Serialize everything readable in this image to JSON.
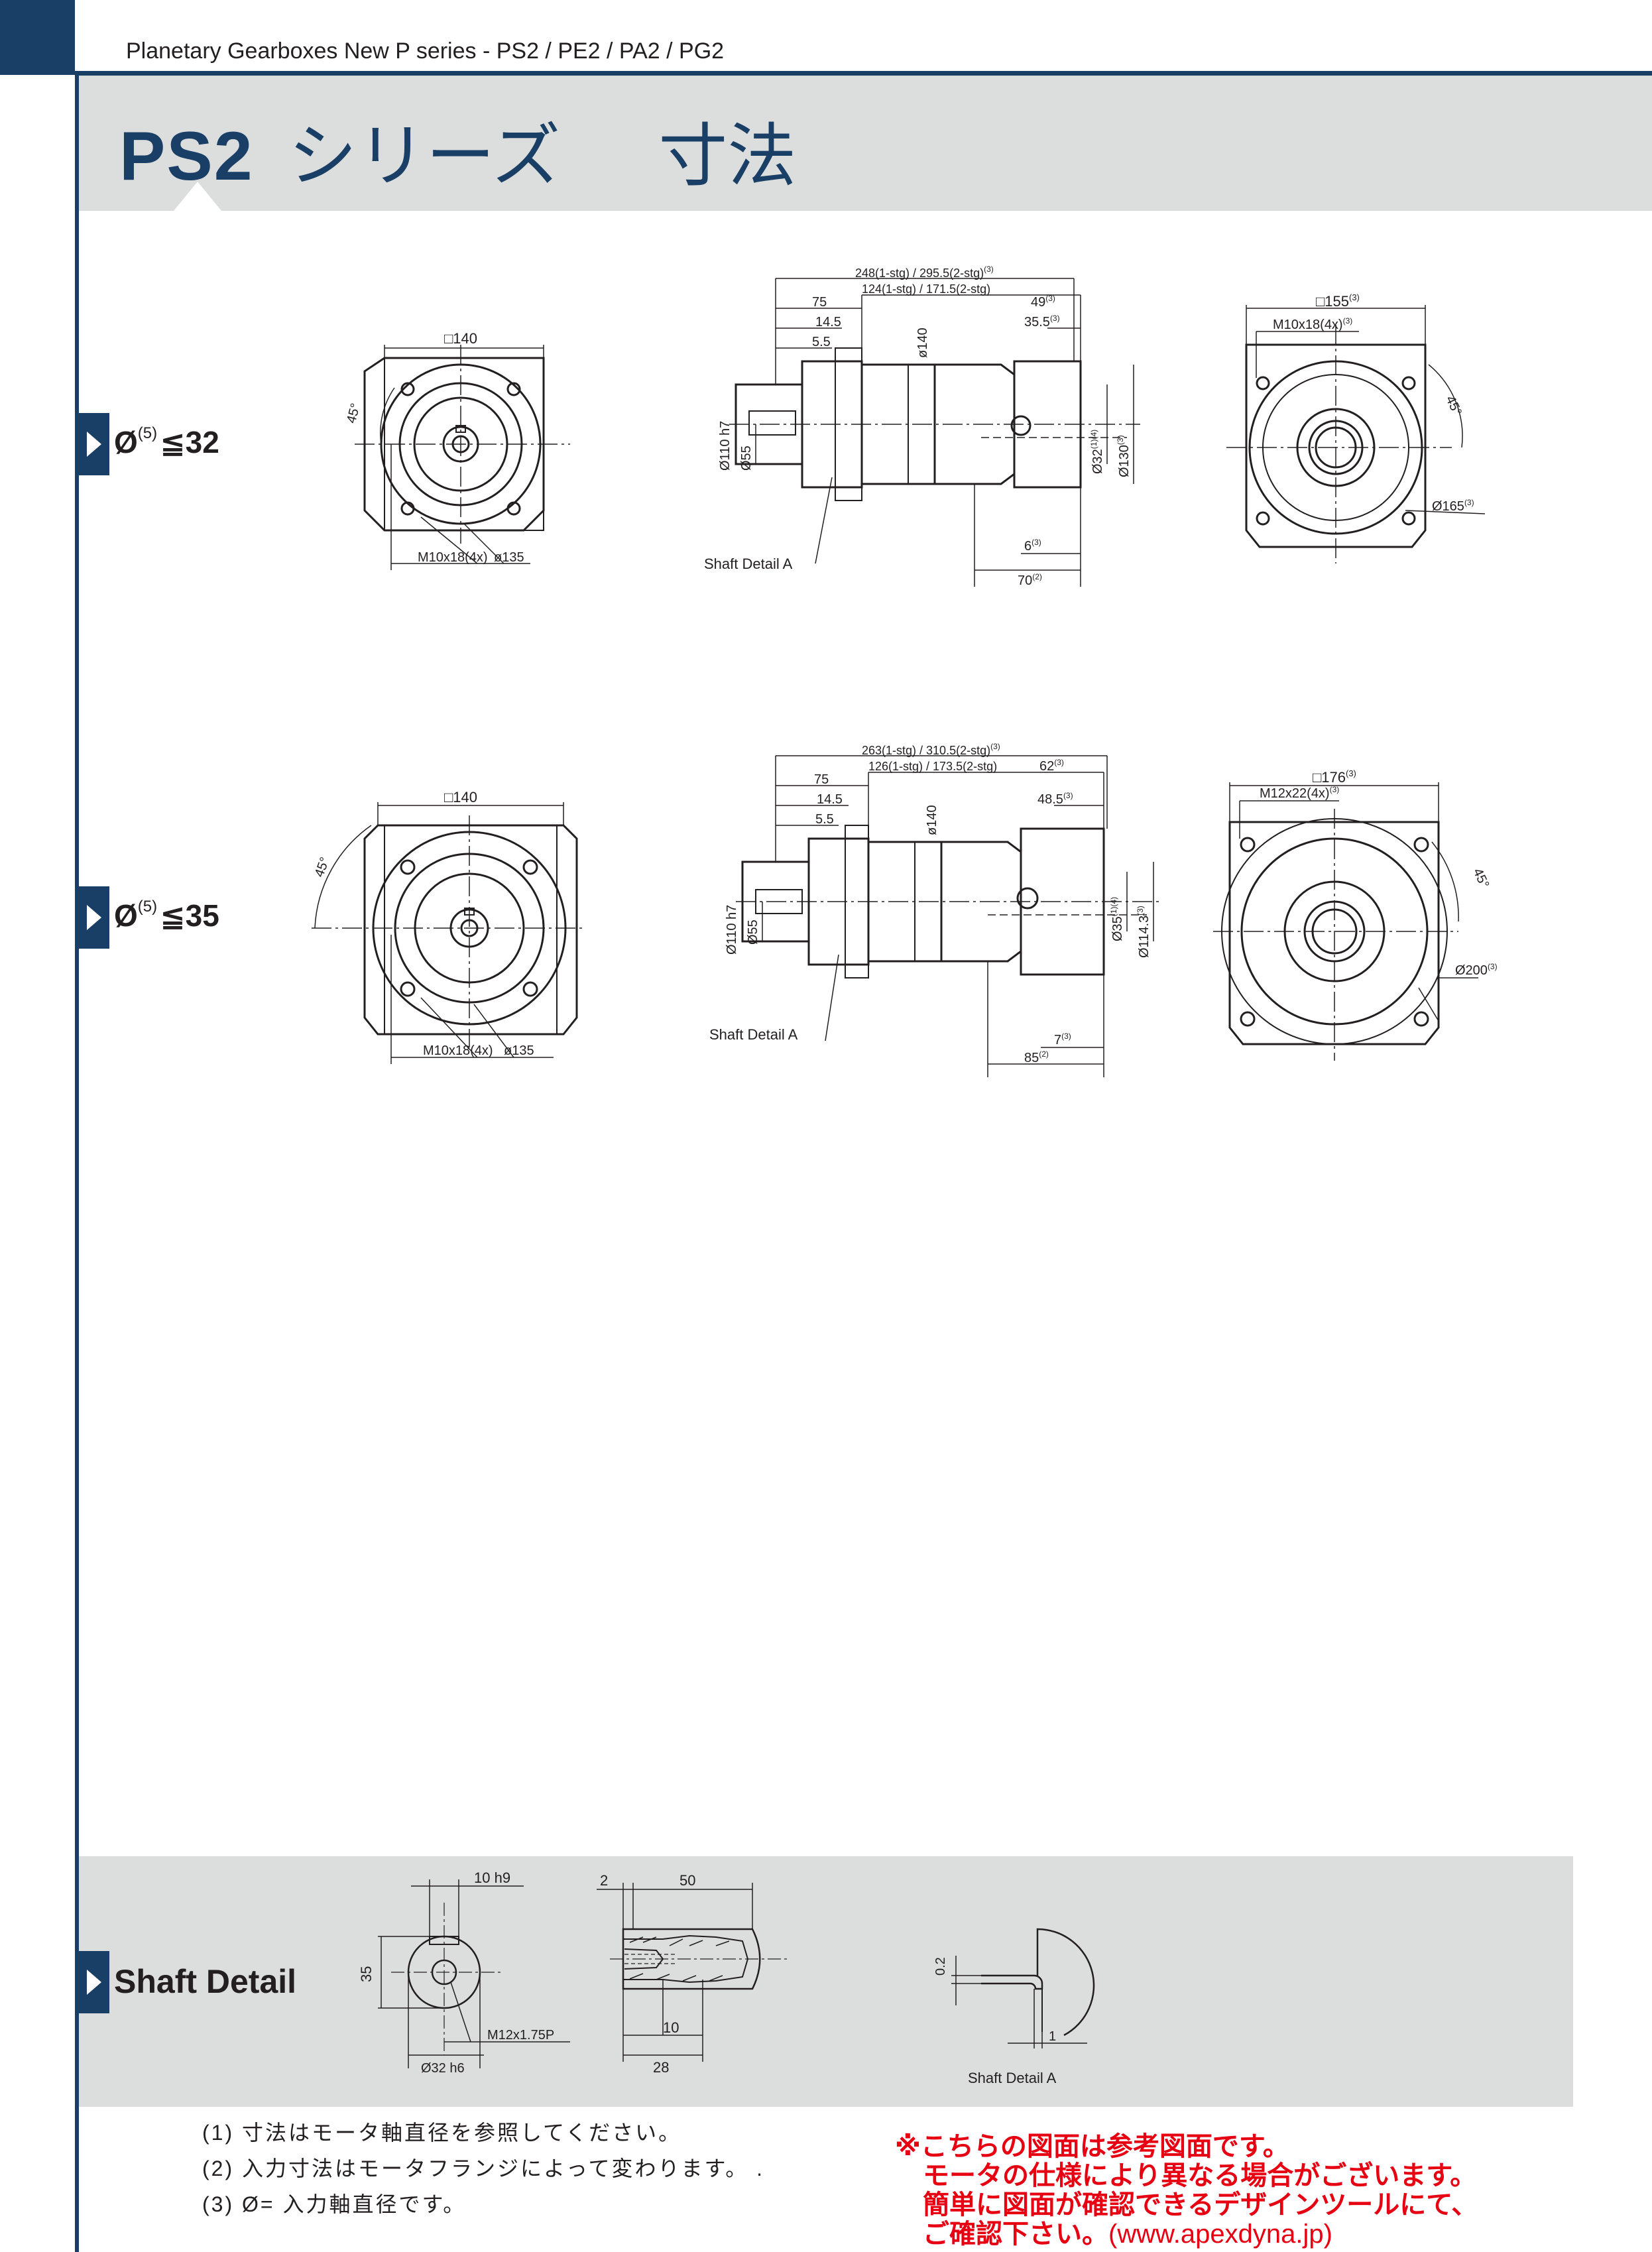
{
  "header": {
    "series_title": "Planetary Gearboxes New P series - PS2 / PE2 / PA2 / PG2"
  },
  "title": {
    "model": "PS2",
    "rest_a": "シリーズ",
    "rest_b": "寸法"
  },
  "sections": [
    {
      "symbol": "Ø",
      "sup": "(5)",
      "cond": "≦32",
      "front": {
        "square": "□140",
        "angle": "45°",
        "thread": "M10x18(4x)",
        "pcd": "ø135"
      },
      "side": {
        "total": "248(1-stg) / 295.5(2-stg)",
        "total_sup": "(3)",
        "flange": "75",
        "body": "124(1-stg) / 171.5(2-stg)",
        "adapter": "49",
        "adapter_sup": "(3)",
        "d145": "14.5",
        "d55": "5.5",
        "d355": "35.5",
        "d355_sup": "(3)",
        "dia140": "ø140",
        "dia110": "Ø110 h7",
        "dia55": "Ø55",
        "dia32": "Ø32",
        "dia32_sup": "(1)(4)",
        "dia130": "Ø130",
        "dia130_sup": "(3)",
        "d6": "6",
        "d6_sup": "(3)",
        "d70": "70",
        "d70_sup": "(2)",
        "shaft_ref": "Shaft Detail  A"
      },
      "rear": {
        "square": "□155",
        "square_sup": "(3)",
        "thread": "M10x18(4x)",
        "thread_sup": "(3)",
        "angle": "45°",
        "pcd": "Ø165",
        "pcd_sup": "(3)"
      }
    },
    {
      "symbol": "Ø",
      "sup": "(5)",
      "cond": "≦35",
      "front": {
        "square": "□140",
        "angle": "45°",
        "thread": "M10x18(4x)",
        "pcd": "ø135"
      },
      "side": {
        "total": "263(1-stg) / 310.5(2-stg)",
        "total_sup": "(3)",
        "flange": "75",
        "body": "126(1-stg) / 173.5(2-stg)",
        "adapter": "62",
        "adapter_sup": "(3)",
        "d145": "14.5",
        "d55": "5.5",
        "d355": "48.5",
        "d355_sup": "(3)",
        "dia140": "ø140",
        "dia110": "Ø110 h7",
        "dia55": "Ø55",
        "dia32": "Ø35",
        "dia32_sup": "(1)(4)",
        "dia130": "Ø114.3",
        "dia130_sup": "(3)",
        "d6": "7",
        "d6_sup": "(3)",
        "d70": "85",
        "d70_sup": "(2)",
        "shaft_ref": "Shaft Detail  A"
      },
      "rear": {
        "square": "□176",
        "square_sup": "(3)",
        "thread": "M12x22(4x)",
        "thread_sup": "(3)",
        "angle": "45°",
        "pcd": "Ø200",
        "pcd_sup": "(3)"
      }
    }
  ],
  "shaft_detail": {
    "title": "Shaft Detail",
    "key": "10 h9",
    "height": "35",
    "thread": "M12x1.75P",
    "dia": "Ø32 h6",
    "len2": "2",
    "len50": "50",
    "len10": "10",
    "len28": "28",
    "r02": "0.2",
    "len1": "1",
    "caption": "Shaft  Detail  A"
  },
  "notes": [
    "(1) 寸法はモータ軸直径を参照してください。",
    "(2) 入力寸法はモータフランジによって変わります。 .",
    "(3) Ø= 入力軸直径です。"
  ],
  "disclaimer": {
    "line1": "※こちらの図面は参考図面です。",
    "line2": "モータの仕様により異なる場合がございます。",
    "line3": "簡単に図面が確認できるデザインツールにて、",
    "line4": "ご確認下さい。",
    "url": "(www.apexdyna.jp)"
  },
  "colors": {
    "navy": "#1a3f66",
    "band": "#dcdddd",
    "red": "#e60012",
    "line": "#231f20"
  }
}
